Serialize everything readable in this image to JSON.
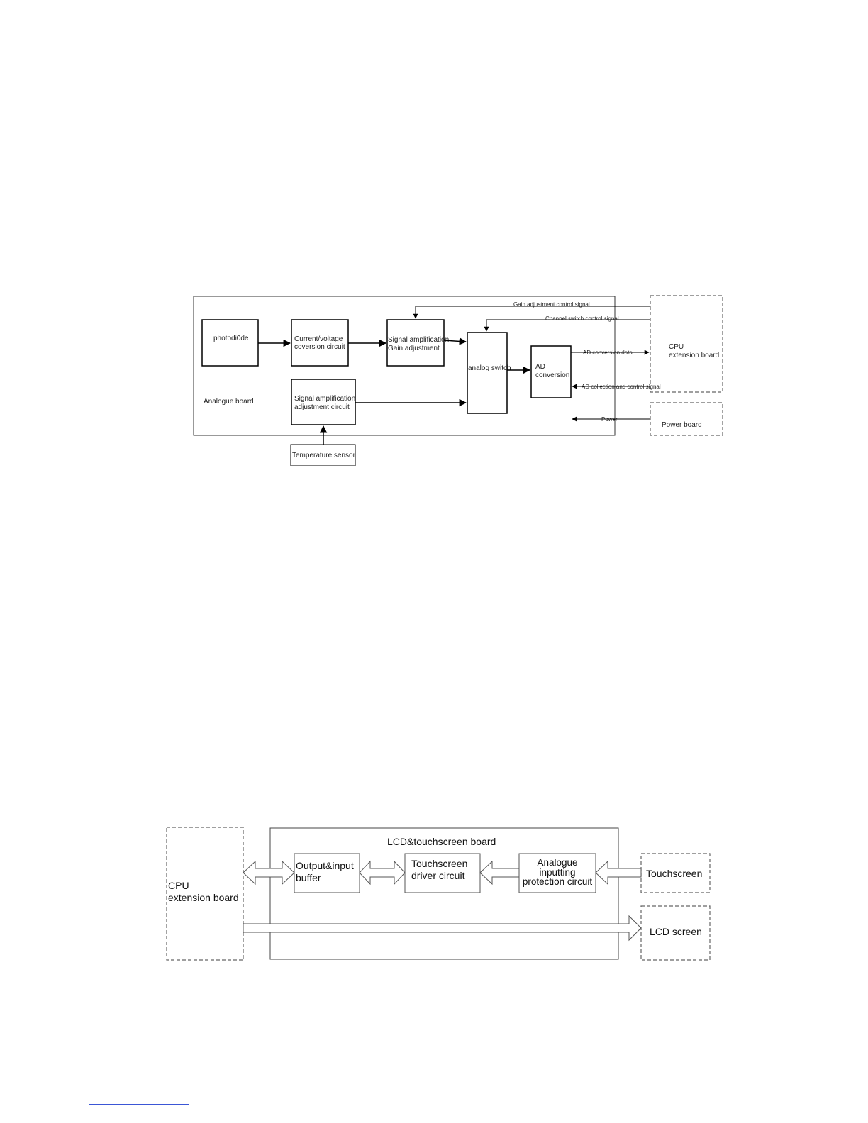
{
  "diagram1": {
    "analogue_board_label": "Analogue board",
    "photodiode": "photodi0de",
    "cv_circuit": [
      "Current/voltage",
      "coversion circuit"
    ],
    "signal_amp_gain": [
      "Signal amplification",
      "Gain adjustment"
    ],
    "analog_switch": "analog switch",
    "ad_conversion": [
      "AD",
      "conversion"
    ],
    "signal_amp_adj": [
      "Signal amplification",
      "adjustment circuit"
    ],
    "temperature_sensor": "Temperature sensor",
    "cpu_board": [
      "CPU",
      "extension board"
    ],
    "power_board": "Power board",
    "gain_signal": "Gain adjustment control signal",
    "channel_signal": "Channel switch control signal",
    "ad_data": "AD conversion data",
    "ad_collection": "AD collection and control signal",
    "power": "Power"
  },
  "diagram2": {
    "board_title": "LCD&touchscreen board",
    "cpu_board": [
      "CPU",
      "extension board"
    ],
    "buffer": [
      "Output&input",
      "buffer"
    ],
    "touch_driver": [
      "Touchscreen",
      "driver circuit"
    ],
    "protection": [
      "Analogue",
      "inputting",
      "protection circuit"
    ],
    "touchscreen": "Touchscreen",
    "lcd_screen": "LCD screen"
  }
}
